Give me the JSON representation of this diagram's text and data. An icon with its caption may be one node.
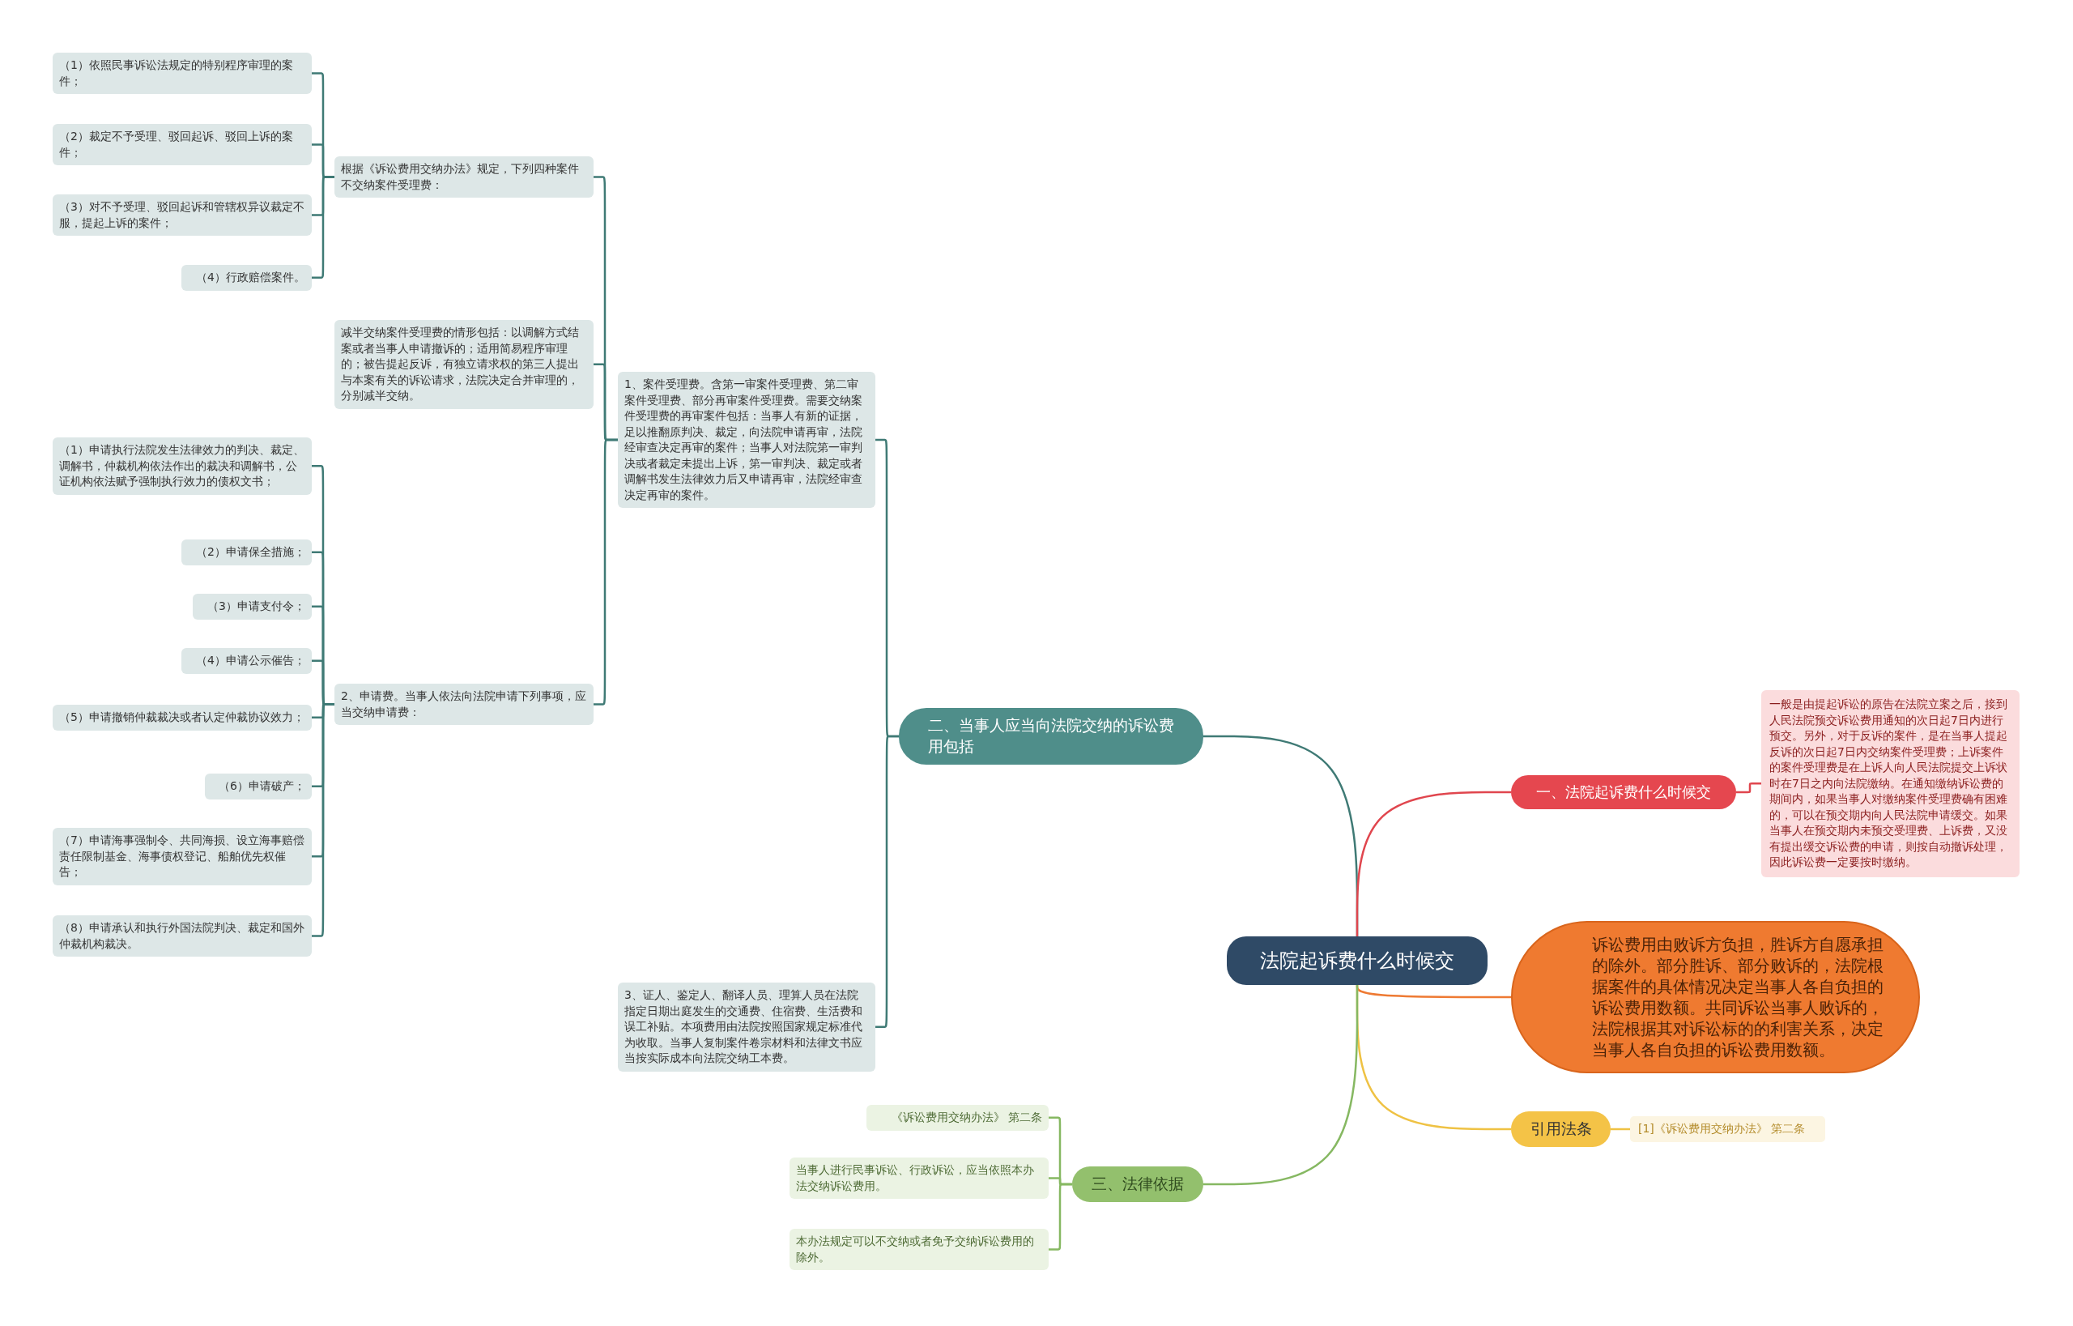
{
  "diagram": {
    "nodes": [
      {
        "text": [
          "法院起诉费什么时候交"
        ]
      },
      {
        "text": [
          "二、当事人应当向法院交纳的诉讼费用包括"
        ]
      },
      {
        "text": [
          "根据《诉讼费用交纳办法》规定，下列四种案件不交纳案件受理费："
        ]
      },
      {
        "text": [
          "（1）依照民事诉讼法规定的特别程序审理的案件；"
        ]
      },
      {
        "text": [
          "（2）裁定不予受理、驳回起诉、驳回上诉的案件；"
        ]
      },
      {
        "text": [
          "（3）对不予受理、驳回起诉和管辖权异议裁定不服，提起上诉的案件；"
        ]
      },
      {
        "text": [
          "（4）行政赔偿案件。"
        ]
      },
      {
        "text": [
          "减半交纳案件受理费的情形包括：以调解方式结案或者当事人申请撤诉的；适用简易程序审理的；被告提起反诉，有独立请求权的第三人提出与本案有关的诉讼请求，法院决定合并审理的，分别减半交纳。"
        ]
      },
      {
        "text": [
          "1、案件受理费。含第一审案件受理费、第二审案件受理费、部分再审案件受理费。需要交纳案件受理费的再审案件包括：当事人有新的证据，足以推翻原判决、裁定，向法院申请再审，法院经审查决定再审的案件；当事人对法院第一审判决或者裁定未提出上诉，第一审判决、裁定或者调解书发生法律效力后又申请再审，法院经审查决定再审的案件。"
        ]
      },
      {
        "text": [
          "2、申请费。当事人依法向法院申请下列事项，应当交纳申请费："
        ]
      },
      {
        "text": [
          "（1）申请执行法院发生法律效力的判决、裁定、调解书，仲裁机构依法作出的裁决和调解书，公证机构依法赋予强制执行效力的债权文书；"
        ]
      },
      {
        "text": [
          "（2）申请保全措施；"
        ]
      },
      {
        "text": [
          "（3）申请支付令；"
        ]
      },
      {
        "text": [
          "（4）申请公示催告；"
        ]
      },
      {
        "text": [
          "（5）申请撤销仲裁裁决或者认定仲裁协议效力；"
        ]
      },
      {
        "text": [
          "（6）申请破产；"
        ]
      },
      {
        "text": [
          "（7）申请海事强制令、共同海损、设立海事赔偿责任限制基金、海事债权登记、船舶优先权催告；"
        ]
      },
      {
        "text": [
          "（8）申请承认和执行外国法院判决、裁定和国外仲裁机构裁决。"
        ]
      },
      {
        "text": [
          "3、证人、鉴定人、翻译人员、理算人员在法院指定日期出庭发生的交通费、住宿费、生活费和误工补贴。本项费用由法院按照国家规定标准代为收取。当事人复制案件卷宗材料和法律文书应当按实际成本向法院交纳工本费。"
        ]
      },
      {
        "text": [
          "三、法律依据"
        ]
      },
      {
        "text": [
          "《诉讼费用交纳办法》 第二条"
        ]
      },
      {
        "text": [
          "当事人进行民事诉讼、行政诉讼，应当依照本办法交纳诉讼费用。"
        ]
      },
      {
        "text": [
          "本办法规定可以不交纳或者免予交纳诉讼费用的除外。"
        ]
      },
      {
        "text": [
          "一、法院起诉费什么时候交"
        ]
      },
      {
        "text": [
          "一般是由提起诉讼的原告在法院立案之后，接到人民法院预交诉讼费用通知的次日起7日内进行预交。另外，对于反诉的案件，是在当事人提起反诉的次日起7日内交纳案件受理费；上诉案件的案件受理费是在上诉人向人民法院提交上诉状时在7日之内向法院缴纳。在通知缴纳诉讼费的期间内，如果当事人对缴纳案件受理费确有困难的，可以在预交期内向人民法院申请缓交。如果当事人在预交期内未预交受理费、上诉费，又没有提出缓交诉讼费的申请，则按自动撤诉处理，因此诉讼费一定要按时缴纳。"
        ]
      },
      {
        "text": [
          "诉讼费用由败诉方负担，胜诉方自愿承担的除外。部分胜诉、部分败诉的，法院根据案件的具体情况决定当事人各自负担的诉讼费用数额。共同诉讼当事人败诉的，法院根据其对诉讼标的的利害关系，决定当事人各自负担的诉讼费用数额。"
        ]
      },
      {
        "text": [
          "引用法条"
        ]
      },
      {
        "text": [
          "[1]《诉讼费用交纳办法》 第二条"
        ]
      }
    ],
    "edges": [
      {
        "from": 0,
        "to": 1,
        "arrow": "none"
      },
      {
        "from": 0,
        "to": 23,
        "arrow": "none",
        "color": "#e0464e"
      },
      {
        "from": 0,
        "to": 25,
        "arrow": "none",
        "color": "#ee7a33"
      },
      {
        "from": 0,
        "to": 26,
        "arrow": "none",
        "color": "#efc244"
      },
      {
        "from": 0,
        "to": 19,
        "arrow": "none",
        "color": "#86b862"
      },
      {
        "from": 1,
        "to": 8,
        "arrow": "none"
      },
      {
        "from": 1,
        "to": 18,
        "arrow": "none"
      },
      {
        "from": 8,
        "to": 2,
        "arrow": "none"
      },
      {
        "from": 8,
        "to": 7,
        "arrow": "none"
      },
      {
        "from": 8,
        "to": 9,
        "arrow": "none"
      },
      {
        "from": 2,
        "to": 3,
        "arrow": "none"
      },
      {
        "from": 2,
        "to": 4,
        "arrow": "none"
      },
      {
        "from": 2,
        "to": 5,
        "arrow": "none"
      },
      {
        "from": 2,
        "to": 6,
        "arrow": "none"
      },
      {
        "from": 9,
        "to": 10,
        "arrow": "none"
      },
      {
        "from": 9,
        "to": 11,
        "arrow": "none"
      },
      {
        "from": 9,
        "to": 12,
        "arrow": "none"
      },
      {
        "from": 9,
        "to": 13,
        "arrow": "none"
      },
      {
        "from": 9,
        "to": 14,
        "arrow": "none"
      },
      {
        "from": 9,
        "to": 15,
        "arrow": "none"
      },
      {
        "from": 9,
        "to": 16,
        "arrow": "none"
      },
      {
        "from": 9,
        "to": 17,
        "arrow": "none"
      },
      {
        "from": 19,
        "to": 20,
        "arrow": "none",
        "color": "#86b862"
      },
      {
        "from": 19,
        "to": 21,
        "arrow": "none",
        "color": "#86b862"
      },
      {
        "from": 19,
        "to": 22,
        "arrow": "none",
        "color": "#86b862"
      },
      {
        "from": 23,
        "to": 24,
        "arrow": "none",
        "color": "#e0464e"
      },
      {
        "from": 26,
        "to": 27,
        "arrow": "none",
        "color": "#efc244"
      }
    ]
  }
}
